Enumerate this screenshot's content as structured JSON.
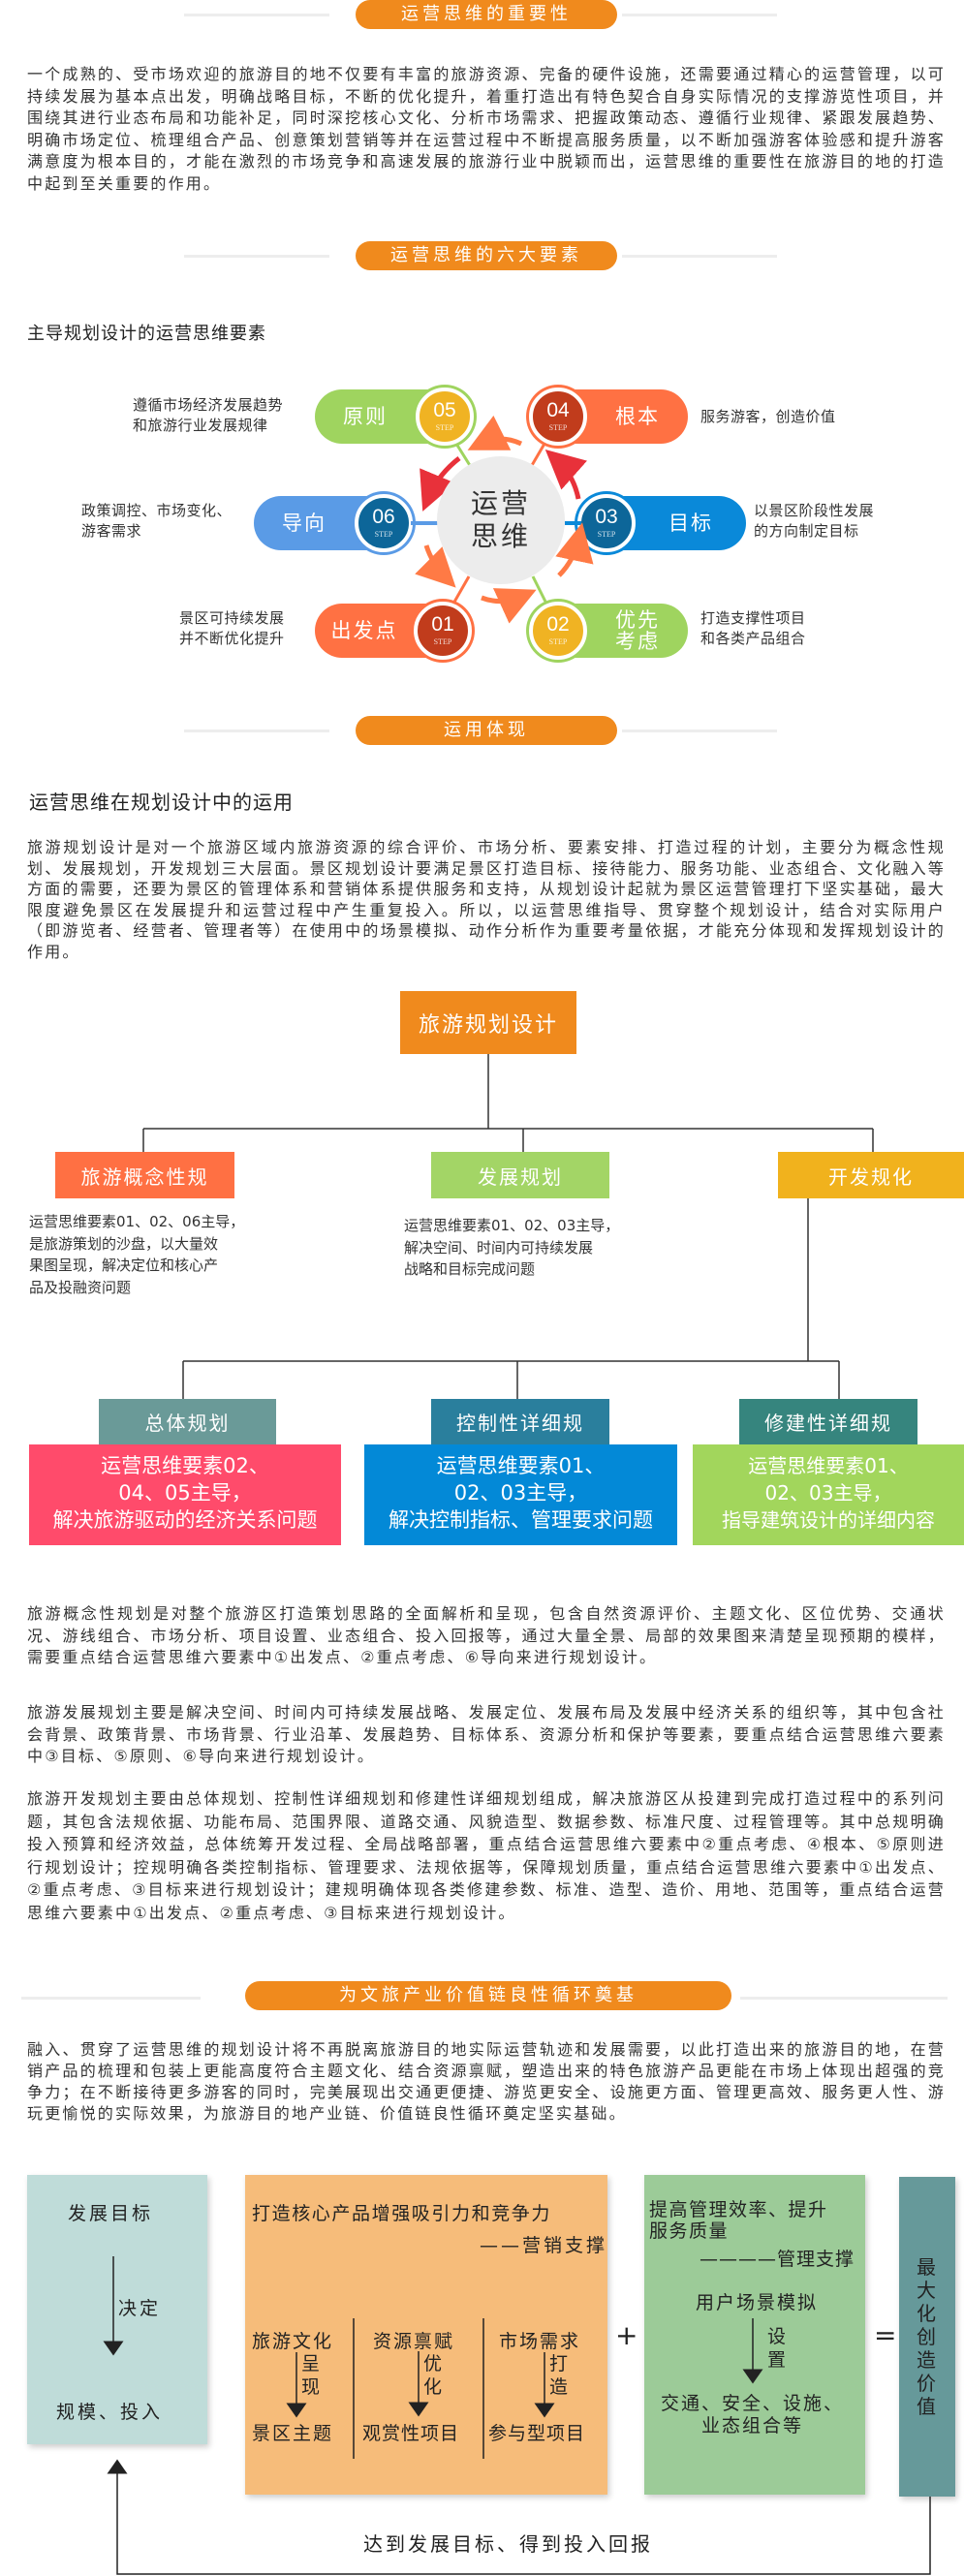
{
  "headers": {
    "importance": "运营思维的重要性",
    "six_elements": "运营思维的六大要素",
    "application": "运用体现",
    "value_chain": "为文旅产业价值链良性循环奠基"
  },
  "importance_paragraph": "一个成熟的、受市场欢迎的旅游目的地不仅要有丰富的旅游资源、完备的硬件设施，还需要通过精心的运营管理，以可持续发展为基本点出发，明确战略目标，不断的优化提升，着重打造出有特色契合自身实际情况的支撑游览性项目，并围绕其进行业态布局和功能补足，同时深挖核心文化、分析市场需求、把握政策动态、遵循行业规律、紧跟发展趋势、明确市场定位、梳理组合产品、创意策划营销等并在运营过程中不断提高服务质量，以不断加强游客体验感和提升游客满意度为根本目的，才能在激烈的市场竞争和高速发展的旅游行业中脱颖而出，运营思维的重要性在旅游目的地的打造中起到至关重要的作用。",
  "six_elements": {
    "subtitle": "主导规划设计的运营思维要素",
    "center": [
      "运营",
      "思维"
    ],
    "items": [
      {
        "num": "01",
        "step": "STEP",
        "label": [
          "出发点"
        ],
        "desc": [
          "景区可持续发展",
          "并不断优化提升"
        ],
        "color": "#ff7143",
        "badge": "#c13c1c"
      },
      {
        "num": "02",
        "step": "STEP",
        "label": [
          "优先",
          "考虑"
        ],
        "desc": [
          "打造支撑性项目",
          "和各类产品组合"
        ],
        "color": "#9fd45f",
        "badge": "#f0b323"
      },
      {
        "num": "03",
        "step": "STEP",
        "label": [
          "目标"
        ],
        "desc": [
          "以景区阶段性发展",
          "的方向制定目标"
        ],
        "color": "#0a89d9",
        "badge": "#0d6699"
      },
      {
        "num": "04",
        "step": "STEP",
        "label": [
          "根本"
        ],
        "desc": [
          "服务游客，创造价值"
        ],
        "color": "#ff7143",
        "badge": "#c13c1c"
      },
      {
        "num": "05",
        "step": "STEP",
        "label": [
          "原则"
        ],
        "desc": [
          "遵循市场经济发展趋势",
          "和旅游行业发展规律"
        ],
        "color": "#9fd45f",
        "badge": "#f0b323"
      },
      {
        "num": "06",
        "step": "STEP",
        "label": [
          "导向"
        ],
        "desc": [
          "政策调控、市场变化、",
          "游客需求"
        ],
        "color": "#5a9be6",
        "badge": "#0d6699"
      }
    ]
  },
  "application": {
    "subtitle": "运营思维在规划设计中的运用",
    "intro": "旅游规划设计是对一个旅游区域内旅游资源的综合评价、市场分析、要素安排、打造过程的计划，主要分为概念性规划、发展规划，开发规划三大层面。景区规划设计要满足景区打造目标、接待能力、服务功能、业态组合、文化融入等方面的需要，还要为景区的管理体系和营销体系提供服务和支持，从规划设计起就为景区运营管理打下坚实基础，最大限度避免景区在发展提升和运营过程中产生重复投入。所以，以运营思维指导、贯穿整个规划设计，结合对实际用户（即游览者、经营者、管理者等）在使用中的场景模拟、动作分析作为重要考量依据，才能充分体现和发挥规划设计的作用。",
    "tree": {
      "root": "旅游规划设计",
      "level1": [
        {
          "label": "旅游概念性规",
          "color": "#ff7043",
          "desc": [
            "运营思维要素01、02、06主导，",
            "是旅游策划的沙盘，以大量效",
            "果图呈现，解决定位和核心产",
            "品及投融资问题"
          ]
        },
        {
          "label": "发展规划",
          "color": "#a3d566",
          "desc": [
            "运营思维要素01、02、03主导，",
            "解决空间、时间内可持续发展",
            "战略和目标完成问题"
          ]
        },
        {
          "label": "开发规化",
          "color": "#f1b21d",
          "desc": []
        }
      ],
      "level2": [
        {
          "label": "总体规划",
          "color": "#6a9a98",
          "box_color": "#ff4b6b",
          "desc": [
            "运营思维要素02、",
            "04、05主导，",
            "解决旅游驱动的经济关系问题"
          ]
        },
        {
          "label": "控制性详细规",
          "color": "#2a7f9d",
          "box_color": "#0389d7",
          "desc": [
            "运营思维要素01、",
            "02、03主导，",
            "解决控制指标、管理要求问题"
          ]
        },
        {
          "label": "修建性详细规",
          "color": "#36857e",
          "box_color": "#a2d65c",
          "desc": [
            "运营思维要素01、",
            "02、03主导，",
            "指导建筑设计的详细内容"
          ]
        }
      ]
    },
    "paragraphs": [
      "旅游概念性规划是对整个旅游区打造策划思路的全面解析和呈现，包含自然资源评价、主题文化、区位优势、交通状况、游线组合、市场分析、项目设置、业态组合、投入回报等，通过大量全景、局部的效果图来清楚呈现预期的模样，需要重点结合运营思维六要素中①出发点、②重点考虑、⑥导向来进行规划设计。",
      "旅游发展规划主要是解决空间、时间内可持续发展战略、发展定位、发展布局及发展中经济关系的组织等，其中包含社会背景、政策背景、市场背景、行业沿革、发展趋势、目标体系、资源分析和保护等要素，要重点结合运营思维六要素中③目标、⑤原则、⑥导向来进行规划设计。",
      "旅游开发规划主要由总体规划、控制性详细规划和修建性详细规划组成，解决旅游区从投建到完成打造过程中的系列问题，其包含法规依据、功能布局、范围界限、道路交通、风貌造型、数据参数、标准尺度、过程管理等。其中总规明确投入预算和经济效益，总体统筹开发过程、全局战略部署，重点结合运营思维六要素中②重点考虑、④根本、⑤原则进行规划设计；控规明确各类控制指标、管理要求、法规依据等，保障规划质量，重点结合运营思维六要素中①出发点、②重点考虑、③目标来进行规划设计；建规明确体现各类修建参数、标准、造型、造价、用地、范围等，重点结合运营思维六要素中①出发点、②重点考虑、③目标来进行规划设计。"
    ]
  },
  "value_chain": {
    "paragraph": "融入、贯穿了运营思维的规划设计将不再脱离旅游目的地实际运营轨迹和发展需要，以此打造出来的旅游目的地，在营销产品的梳理和包装上更能高度符合主题文化、结合资源禀赋，塑造出来的特色旅游产品更能在市场上体现出超强的竞争力；在不断接待更多游客的同时，完美展现出交通更便捷、游览更安全、设施更方面、管理更高效、服务更人性、游玩更愉悦的实际效果，为旅游目的地产业链、价值链良性循环奠定坚实基础。",
    "goal_box": {
      "top": "发展目标",
      "verb": "决定",
      "bottom": "规模、投入"
    },
    "marketing_box": {
      "title": "打造核心产品增强吸引力和竞争力",
      "support": "——营销支撑",
      "columns": [
        {
          "from": "旅游文化",
          "verb": [
            "呈",
            "现"
          ],
          "to": "景区主题"
        },
        {
          "from": "资源禀赋",
          "verb": [
            "优",
            "化"
          ],
          "to": "观赏性项目"
        },
        {
          "from": "市场需求",
          "verb": [
            "打",
            "造"
          ],
          "to": "参与型项目"
        }
      ]
    },
    "plus": "+",
    "management_box": {
      "title": [
        "提高管理效率、提升",
        "服务质量"
      ],
      "support": "————管理支撑",
      "from": "用户场景模拟",
      "verb": [
        "设",
        "置"
      ],
      "to": [
        "交通、安全、设施、",
        "业态组合等"
      ]
    },
    "equals": "=",
    "result": "最大化创造价值",
    "feedback": "达到发展目标、得到投入回报"
  }
}
